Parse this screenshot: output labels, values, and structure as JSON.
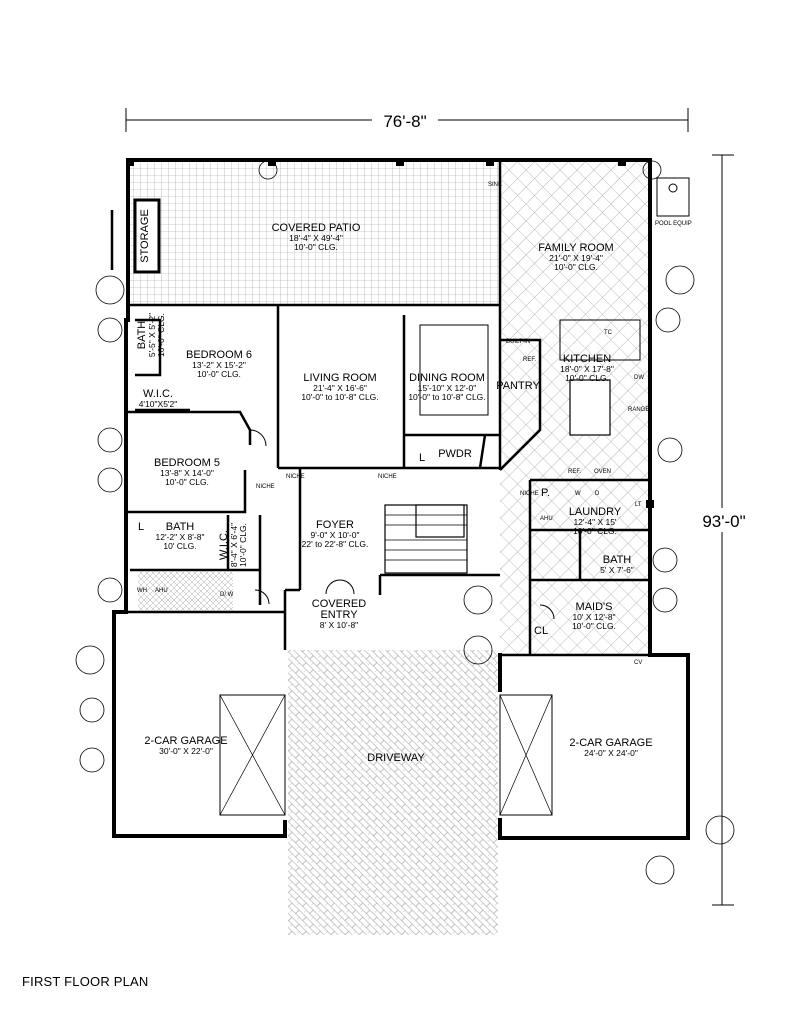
{
  "overall": {
    "width": "76'-8\"",
    "depth": "93'-0\""
  },
  "caption": "FIRST FLOOR PLAN",
  "rooms": {
    "storage": {
      "name": "STORAGE"
    },
    "covered_patio": {
      "name": "COVERED PATIO",
      "size": "18'-4\" X 49'-4\"",
      "ceiling": "10'-0\" CLG."
    },
    "family_room": {
      "name": "FAMILY ROOM",
      "size": "21'-0\" X 19'-4\"",
      "ceiling": "10'-0\" CLG."
    },
    "bath_small": {
      "name": "BATH",
      "size": "5'-5\" X 5'-2\"",
      "ceiling": "10'-0\" CLG."
    },
    "bedroom6": {
      "name": "BEDROOM 6",
      "size": "13'-2\" X 15'-2\"",
      "ceiling": "10'-0\" CLG."
    },
    "wic6": {
      "name": "W.I.C.",
      "size": "4'10\"X5'2\""
    },
    "living_room": {
      "name": "LIVING ROOM",
      "size": "21'-4\" X 16'-6\"",
      "ceiling": "10'-0\" to 10'-8\" CLG."
    },
    "dining_room": {
      "name": "DINING ROOM",
      "size": "15'-10\" X 12'-0\"",
      "ceiling": "10'-0\" to 10'-8\" CLG."
    },
    "pantry": {
      "name": "PANTRY"
    },
    "kitchen": {
      "name": "KITCHEN",
      "size": "18'-0\" X 17'-8\"",
      "ceiling": "10'-0\" CLG."
    },
    "bedroom5": {
      "name": "BEDROOM 5",
      "size": "13'-8\" X 14'-0\"",
      "ceiling": "10'-0\" CLG."
    },
    "pwdr": {
      "name": "PWDR"
    },
    "foyer": {
      "name": "FOYER",
      "size": "9'-0\" X 10'-0\"",
      "ceiling": "22' to 22'-8\" CLG."
    },
    "bath5": {
      "name": "BATH",
      "size": "12'-2\" X 8'-8\"",
      "ceiling": "10' CLG."
    },
    "wic5": {
      "name": "W.I.C.",
      "size": "8'-4\" X 6'-4\"",
      "ceiling": "10'-0\" CLG."
    },
    "laundry": {
      "name": "LAUNDRY",
      "size": "12'-4\" X 15'",
      "ceiling": "10'-0\" CLG."
    },
    "bath_maid": {
      "name": "BATH",
      "size": "5' X 7'-6\""
    },
    "covered_entry": {
      "name": "COVERED",
      "name2": "ENTRY",
      "size": "8' X 10'-8\""
    },
    "maids": {
      "name": "MAID'S",
      "size": "10' X 12'-8\"",
      "ceiling": "10'-0\" CLG."
    },
    "garage_left": {
      "name": "2-CAR GARAGE",
      "size": "30'-0\" X 22'-0\""
    },
    "driveway": {
      "name": "DRIVEWAY"
    },
    "garage_right": {
      "name": "2-CAR GARAGE",
      "size": "24'-0\" X 24'-0\""
    }
  },
  "small_labels": {
    "sink": "SINK",
    "pool_equip": "POOL EQUIP",
    "built_in": "BUILT-IN",
    "ref": "REF.",
    "tc": "TC",
    "dw": "DW",
    "range": "RANGE",
    "ref2": "REF.",
    "oven": "OVEN",
    "niche1": "NICHE",
    "niche2": "NICHE",
    "niche3": "NICHE",
    "niche4": "NICHE",
    "l1": "L",
    "l2": "L",
    "p": "P.",
    "w": "W",
    "d": "D",
    "lt": "LT",
    "ahu1": "AHU",
    "ahu2": "AHU",
    "wh": "WH",
    "dw2": "D/\nW",
    "cl": "CL",
    "cv": "CV"
  }
}
